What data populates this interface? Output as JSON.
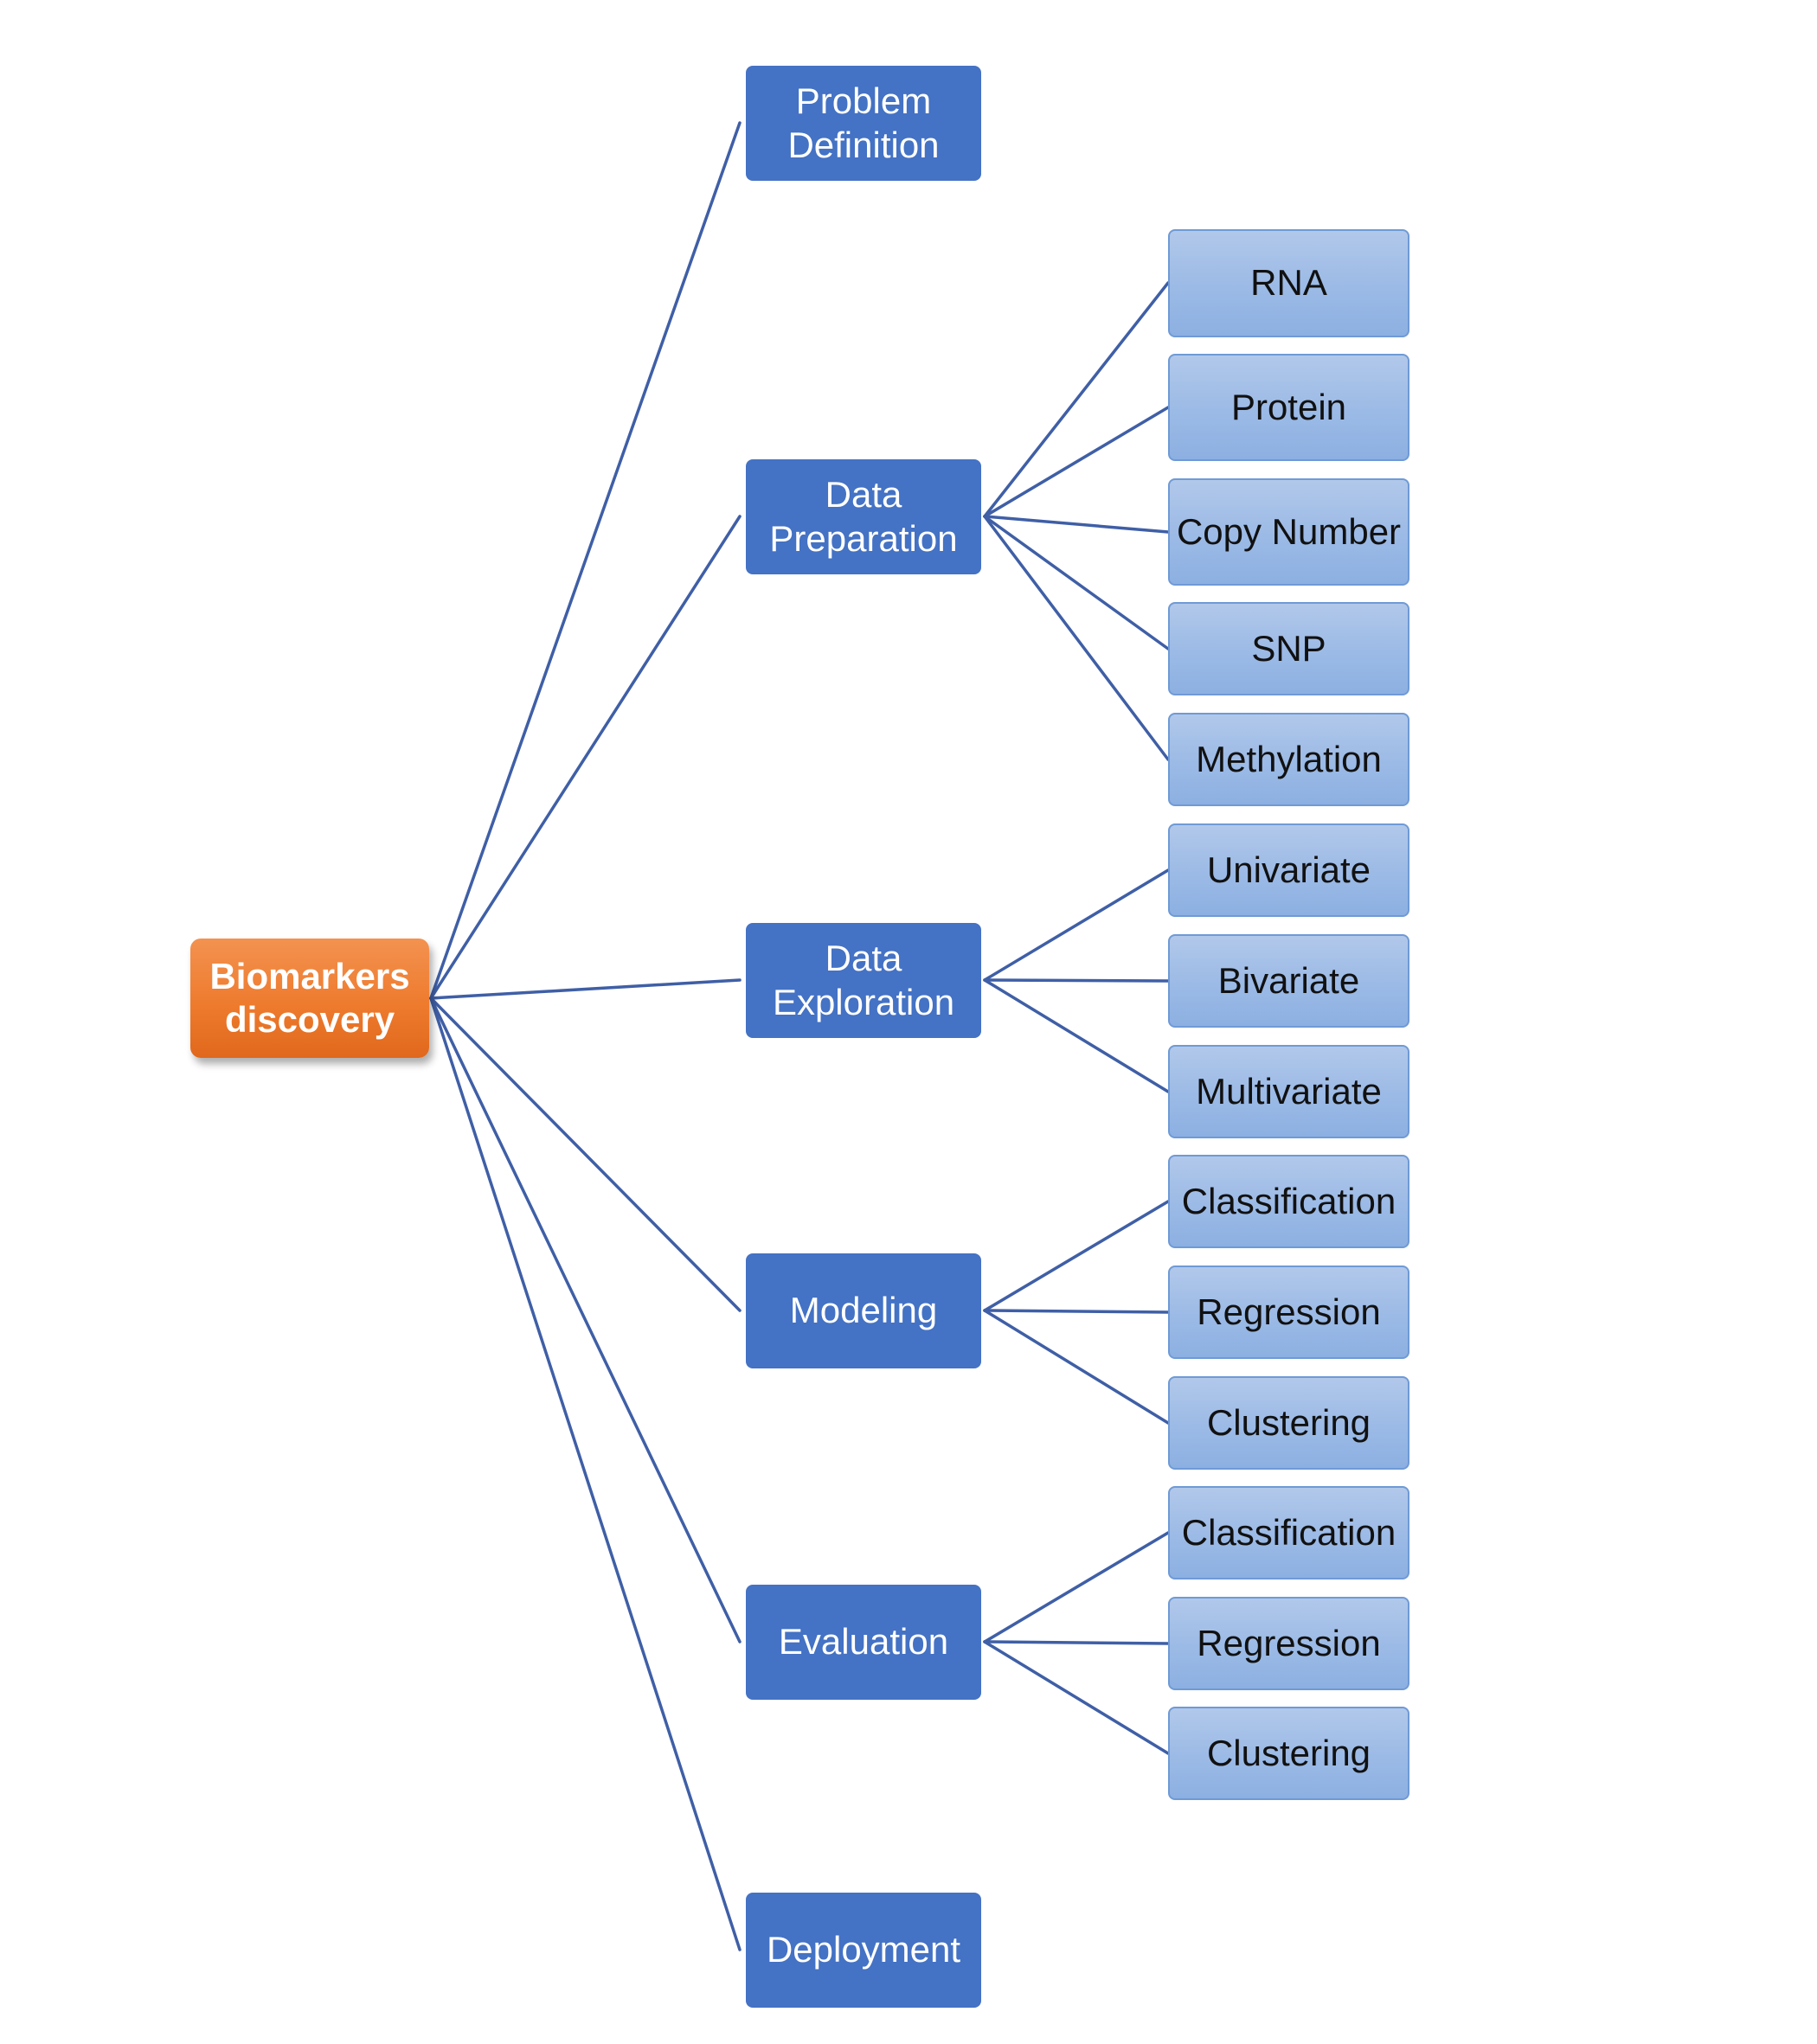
{
  "diagram": {
    "root": {
      "label": "Biomarkers\ndiscovery"
    },
    "stages": [
      {
        "label": "Problem\nDefinition",
        "children": []
      },
      {
        "label": "Data\nPreparation",
        "children": [
          "RNA",
          "Protein",
          "Copy Number",
          "SNP",
          "Methylation"
        ]
      },
      {
        "label": "Data\nExploration",
        "children": [
          "Univariate",
          "Bivariate",
          "Multivariate"
        ]
      },
      {
        "label": "Modeling",
        "children": [
          "Classification",
          "Regression",
          "Clustering"
        ]
      },
      {
        "label": "Evaluation",
        "children": [
          "Classification",
          "Regression",
          "Clustering"
        ]
      },
      {
        "label": "Deployment",
        "children": []
      }
    ]
  },
  "colors": {
    "root_fill": "#ee7b2e",
    "stage_fill": "#4472c4",
    "leaf_fill": "#9dbbe6",
    "leaf_border": "#6f9ad6",
    "connector": "#3f5fa6"
  }
}
